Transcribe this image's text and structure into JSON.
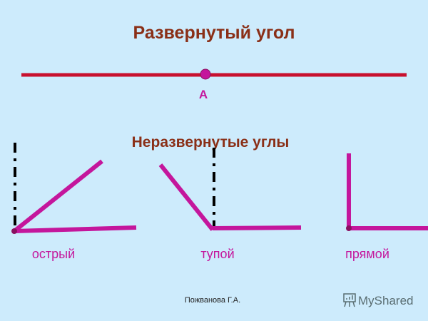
{
  "slide": {
    "title": "Развернутый угол",
    "point_label": "A",
    "subtitle": "Неразвернутые углы",
    "angles": [
      {
        "label": "острый"
      },
      {
        "label": "тупой"
      },
      {
        "label": "прямой"
      }
    ],
    "footer": "Пожванова Г.А.",
    "watermark": "MyShared"
  },
  "colors": {
    "background": "#cdebfc",
    "title": "#8a2f17",
    "straight_line": "#c8102e",
    "rays": "#c4169c",
    "guides": "#000000"
  }
}
